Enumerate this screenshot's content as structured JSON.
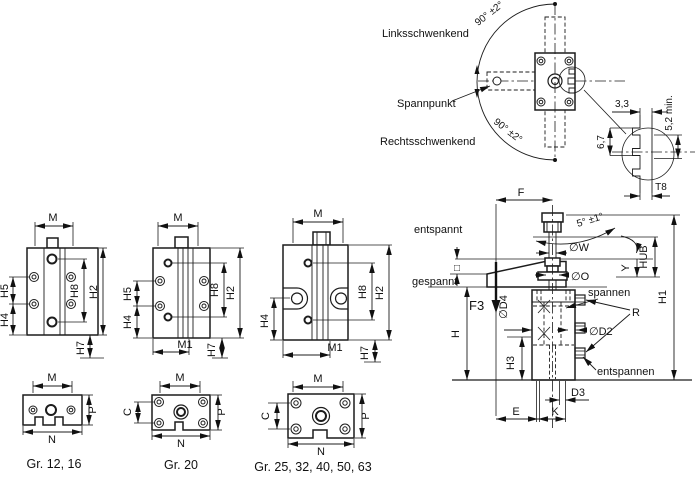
{
  "swing": {
    "linksschwenkend": "Linksschwenkend",
    "rechtsschwenkend": "Rechtsschwenkend",
    "spannpunkt": "Spannpunkt",
    "angle_upper": "90° ±2°",
    "angle_lower": "90° ±2°"
  },
  "slot_detail": {
    "width": "3,3",
    "depth": "6,7",
    "min_depth": "5,2 min.",
    "slot": "T8"
  },
  "side_views": {
    "v1": {
      "m": "M",
      "h5": "H5",
      "h4": "H4",
      "h8": "H8",
      "h2": "H2",
      "h7": "H7"
    },
    "v2": {
      "m": "M",
      "h5": "H5",
      "h4": "H4",
      "h8": "H8",
      "h2": "H2",
      "m1": "M1",
      "h7": "H7"
    },
    "v3": {
      "m": "M",
      "h4": "H4",
      "h8": "H8",
      "h2": "H2",
      "m1": "M1",
      "h7": "H7"
    }
  },
  "bottom_views": {
    "b1": {
      "m": "M",
      "p": "P",
      "n": "N",
      "caption": "Gr. 12, 16"
    },
    "b2": {
      "m": "M",
      "c": "C",
      "p": "P",
      "n": "N",
      "caption": "Gr. 20"
    },
    "b3": {
      "m": "M",
      "c": "C",
      "p": "P",
      "n": "N",
      "caption": "Gr. 25, 32, 40, 50, 63"
    }
  },
  "section": {
    "entspannt": "entspannt",
    "gespannt": "gespannt",
    "f": "F",
    "angle5": "5° ±1°",
    "dw": "∅W",
    "do": "∅O",
    "hub": "HUB",
    "y": "Y",
    "h1": "H1",
    "square": "□",
    "f3": "F3",
    "dd4": "∅D4",
    "spannen": "spannen",
    "dd2": "∅D2",
    "r": "R",
    "entspannen": "entspannen",
    "h": "H",
    "h3": "H3",
    "d3": "D3",
    "e": "E",
    "k": "K"
  }
}
